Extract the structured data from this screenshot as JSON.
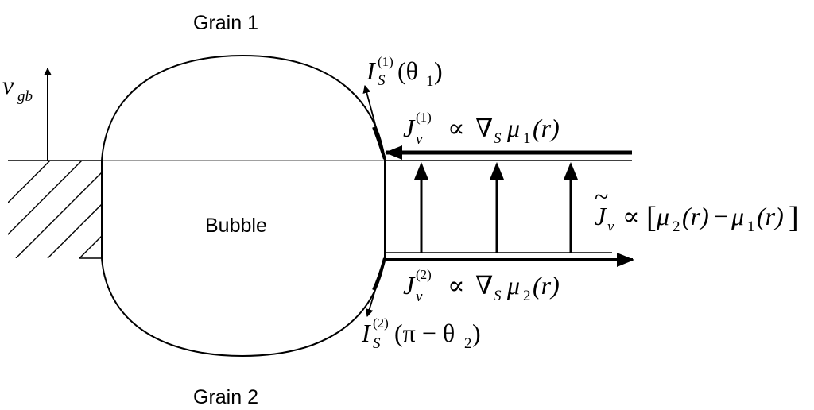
{
  "labels": {
    "grain1": "Grain 1",
    "grain2": "Grain 2",
    "bubble": "Bubble"
  },
  "symbols": {
    "v": "v",
    "gb": "gb",
    "I": "I",
    "S": "S",
    "J": "J",
    "v_sub": "v",
    "sup1": "(1)",
    "sup2": "(2)",
    "theta1": "(θ",
    "theta1_sub": "1",
    "close_paren": ")",
    "pi_minus_theta2": "(π − θ",
    "theta2_sub": "2",
    "propto": "∝",
    "nabla": "∇",
    "mu": "μ",
    "mu1_sub": "1",
    "mu2_sub": "2",
    "of_r": "(r)",
    "tilde": "~",
    "bracket_open": "[",
    "bracket_close": "]",
    "minus": "−"
  }
}
